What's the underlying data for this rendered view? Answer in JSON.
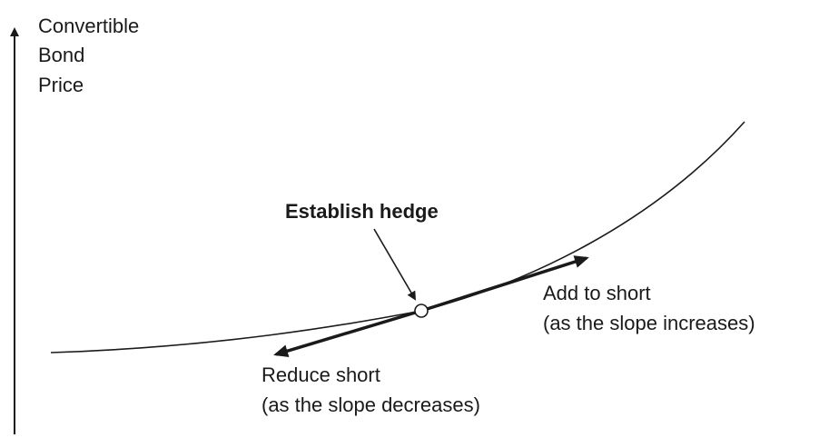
{
  "axis": {
    "y_label_lines": [
      "Convertible",
      "Bond",
      "Price"
    ]
  },
  "annotations": {
    "establish_hedge": "Establish hedge",
    "add_to_short": [
      "Add to short",
      "(as the slope increases)"
    ],
    "reduce_short": [
      "Reduce short",
      "(as the slope decreases)"
    ]
  },
  "colors": {
    "ink": "#1a1a1a",
    "background": "#ffffff"
  }
}
